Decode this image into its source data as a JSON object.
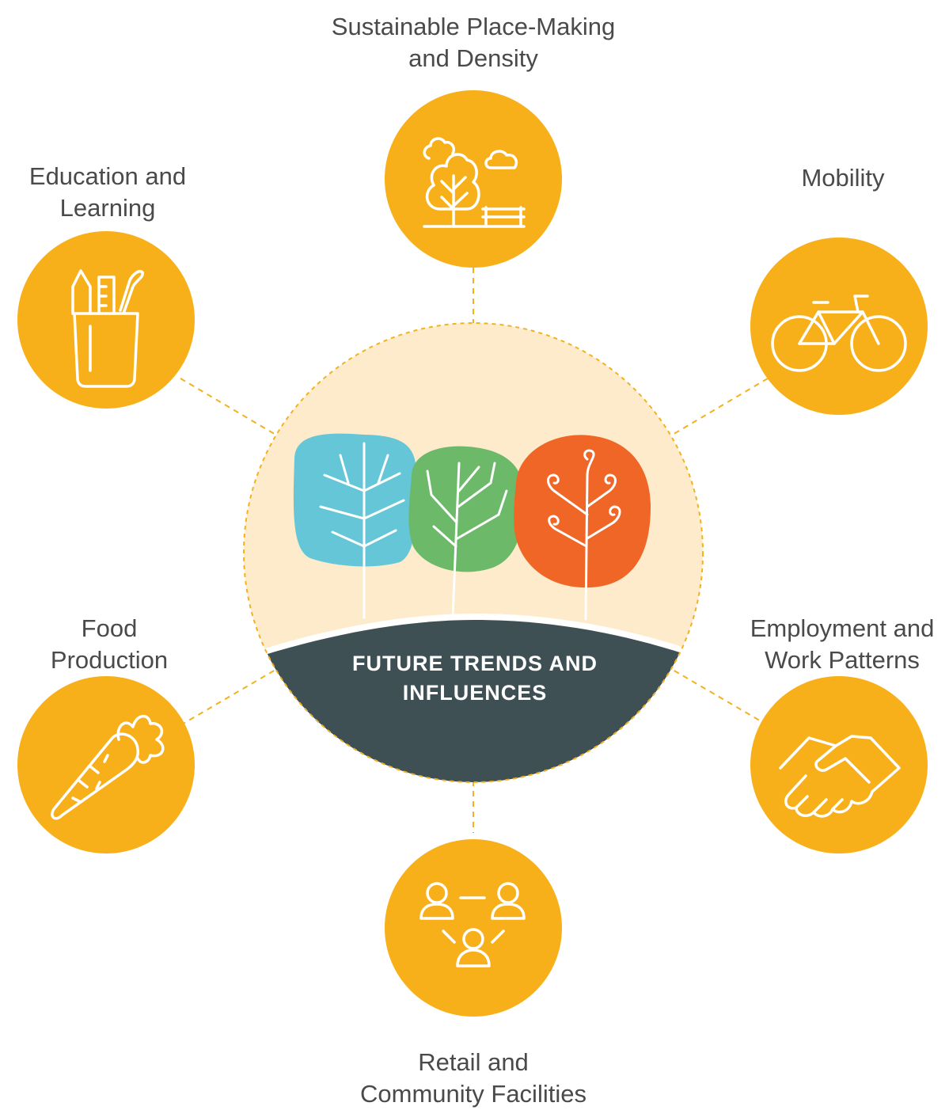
{
  "center": {
    "title_line1": "FUTURE TRENDS AND",
    "title_line2": "INFLUENCES"
  },
  "nodes": [
    {
      "id": "sustainable",
      "label_line1": "Sustainable Place-Making",
      "label_line2": "and Density",
      "icon": "park-tree-bench-icon"
    },
    {
      "id": "education",
      "label_line1": "Education and",
      "label_line2": "Learning",
      "icon": "pencil-cup-icon"
    },
    {
      "id": "mobility",
      "label_line1": "Mobility",
      "label_line2": "",
      "icon": "bicycle-icon"
    },
    {
      "id": "food",
      "label_line1": "Food",
      "label_line2": "Production",
      "icon": "carrot-icon"
    },
    {
      "id": "employment",
      "label_line1": "Employment and",
      "label_line2": "Work Patterns",
      "icon": "handshake-icon"
    },
    {
      "id": "retail",
      "label_line1": "Retail and",
      "label_line2": "Community Facilities",
      "icon": "community-people-icon"
    }
  ],
  "colors": {
    "node": "#F8B01A",
    "center_bg": "#FDEBCB",
    "center_base": "#3F5055",
    "connector": "#F2B21F",
    "tree_blue": "#64C6D6",
    "tree_green": "#6CB96A",
    "tree_orange": "#F06626",
    "label_text": "#4a4a4a"
  }
}
